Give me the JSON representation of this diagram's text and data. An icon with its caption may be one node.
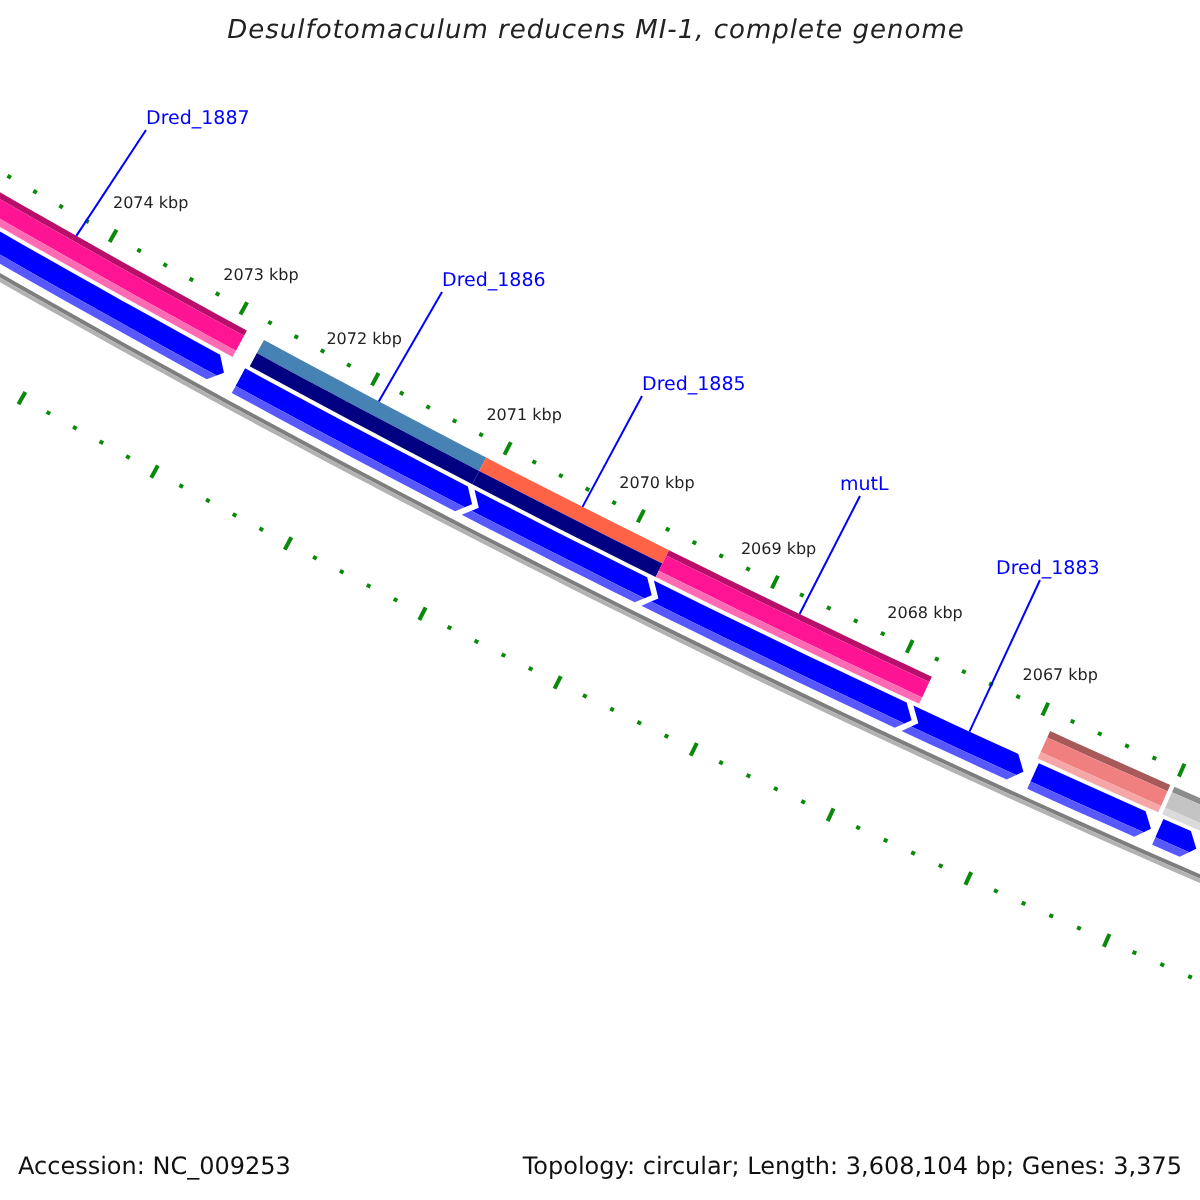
{
  "diagram": {
    "title": "Desulfotomaculum reducens MI-1, complete genome",
    "nodes": [
      {
        "text": [
          "Dred_1887"
        ]
      },
      {
        "text": [
          "Dred_1886"
        ]
      },
      {
        "text": [
          "Dred_1885"
        ]
      },
      {
        "text": [
          "mutL"
        ]
      },
      {
        "text": [
          "Dred_1883"
        ]
      },
      {
        "text": [],
        "shape": "bar"
      },
      {
        "text": [],
        "shape": "bar"
      },
      {
        "text": [],
        "shape": "bar"
      },
      {
        "text": [],
        "shape": "bar"
      },
      {
        "text": [],
        "shape": "bar"
      },
      {
        "text": [],
        "shape": "bar"
      },
      {
        "text": [],
        "shape": "pentagon"
      },
      {
        "text": [],
        "shape": "pentagon"
      },
      {
        "text": [],
        "shape": "pentagon"
      },
      {
        "text": [],
        "shape": "pentagon"
      },
      {
        "text": [],
        "shape": "pentagon"
      },
      {
        "text": [],
        "shape": "pentagon"
      },
      {
        "text": [],
        "shape": "pentagon"
      }
    ],
    "edges": [
      {
        "from": 0,
        "to": 5,
        "arrow": "none"
      },
      {
        "from": 1,
        "to": 6,
        "arrow": "none"
      },
      {
        "from": 2,
        "to": 7,
        "arrow": "none"
      },
      {
        "from": 3,
        "to": 8,
        "arrow": "none"
      },
      {
        "from": 4,
        "to": 15,
        "arrow": "none"
      }
    ],
    "labels": [
      "2074 kbp",
      "2073 kbp",
      "2072 kbp",
      "2071 kbp",
      "2070 kbp",
      "2069 kbp",
      "2068 kbp",
      "2067 kbp",
      "Accession: NC_009253",
      "Topology: circular; Length: 3,608,104 bp; Genes: 3,375"
    ]
  }
}
